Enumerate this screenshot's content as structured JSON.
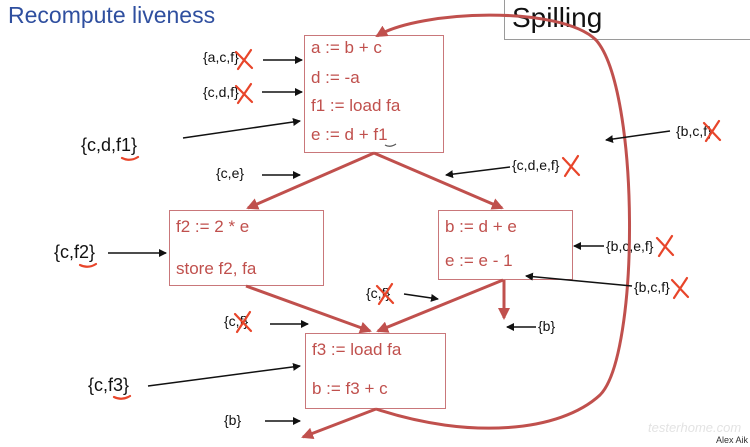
{
  "slide": {
    "title": "Recompute liveness",
    "section": "Spilling",
    "watermark": "testerhome.com",
    "author": "Alex Aik"
  },
  "blocks": {
    "entry": [
      "a := b + c",
      "d := -a",
      "f1 := load fa",
      "e := d + f1"
    ],
    "left": [
      "f2 := 2 * e",
      "store f2, fa"
    ],
    "right": [
      "b := d + e",
      "e := e - 1"
    ],
    "exit": [
      "f3 := load fa",
      "b := f3 + c"
    ]
  },
  "liveness": {
    "before_entry_1": "{a,c,f}",
    "before_entry_2": "{c,d,f}",
    "before_entry_4": "{c,d,f1}",
    "entry_out_left": "{c,e}",
    "entry_out_right": "{c,d,e,f}",
    "back_edge": "{b,c,f}",
    "before_right_2": "{b,c,e,f}",
    "right_out": "{b,c,f}",
    "left_mid": "{c,f2}",
    "right_exit_edge": "{c,f}",
    "right_fallthrough": "{b}",
    "exit_in": "{c,f}",
    "exit_mid": "{c,f3}",
    "exit_out": "{b}"
  },
  "colors": {
    "title": "#2f4f9f",
    "code": "#c0504d",
    "block_border": "#c9777a",
    "edge": "#c0504d",
    "strike": "#e8452a"
  }
}
